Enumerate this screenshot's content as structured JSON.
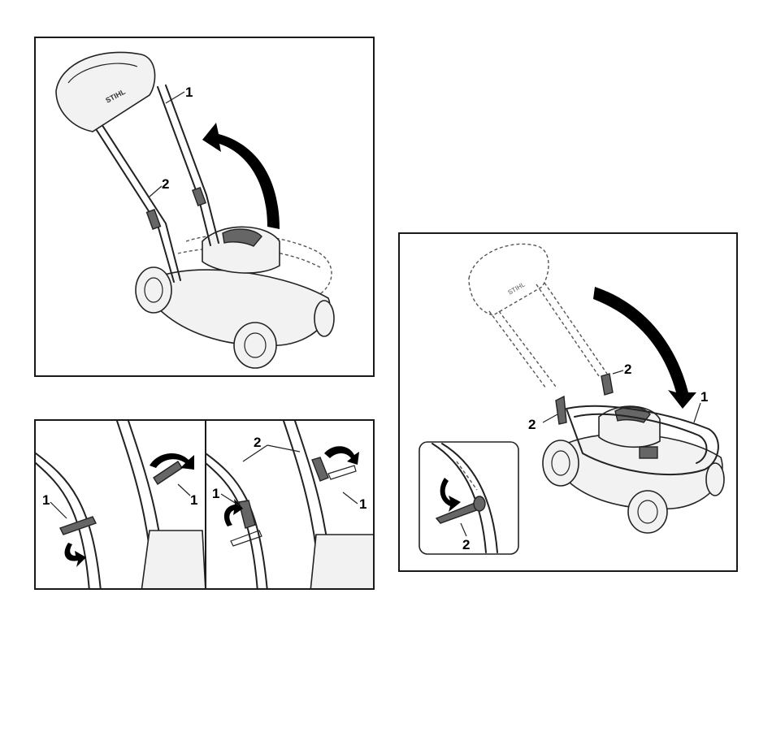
{
  "figure_a": {
    "callouts": {
      "handlebar": "1",
      "lower_handle": "2"
    },
    "logo_text": "STIHL"
  },
  "figure_b_left": {
    "callouts": {
      "lever_left": "1",
      "lever_right": "1"
    }
  },
  "figure_b_right": {
    "callouts": {
      "handle_tubes": "2",
      "lever_left": "1",
      "lever_right": "1"
    }
  },
  "figure_c": {
    "callouts": {
      "upper_bracket": "2",
      "lever": "2",
      "handlebar": "1"
    },
    "logo_text": "STIHL",
    "inset": {
      "callouts": {
        "lever": "2"
      }
    }
  }
}
